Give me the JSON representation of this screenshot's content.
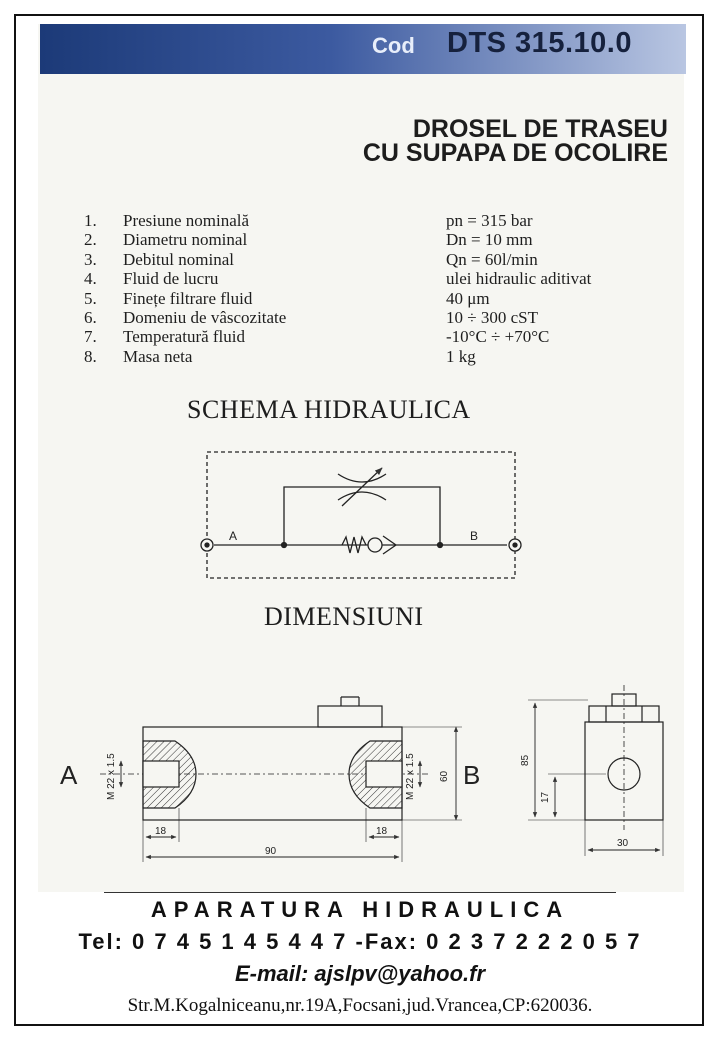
{
  "header": {
    "code_label": "Cod",
    "code_value": "DTS 315.10.0"
  },
  "title": {
    "line1": "DROSEL DE TRASEU",
    "line2": "CU SUPAPA DE OCOLIRE"
  },
  "specs": [
    {
      "num": "1.",
      "name": "Presiune nominală",
      "value": "pn = 315 bar"
    },
    {
      "num": "2.",
      "name": "Diametru nominal",
      "value": "Dn = 10 mm"
    },
    {
      "num": "3.",
      "name": "Debitul nominal",
      "value": "Qn = 60l/min"
    },
    {
      "num": "4.",
      "name": "Fluid de lucru",
      "value": "ulei hidraulic aditivat"
    },
    {
      "num": "5.",
      "name": "Finețe filtrare fluid",
      "value": "40 μm"
    },
    {
      "num": "6.",
      "name": "Domeniu de vâscozitate",
      "value": "10 ÷ 300 cST"
    },
    {
      "num": "7.",
      "name": "Temperatură fluid",
      "value": "-10°C ÷ +70°C"
    },
    {
      "num": "8.",
      "name": "Masa neta",
      "value": "1 kg"
    }
  ],
  "schema": {
    "title": "SCHEMA HIDRAULICA",
    "port_a": "A",
    "port_b": "B"
  },
  "dimensions": {
    "title": "DIMENSIUNI",
    "port_a": "A",
    "port_b": "B",
    "thread_left": "M 22 x 1.5",
    "thread_right": "M 22 x 1.5",
    "height_front": "60",
    "len_left": "18",
    "len_right": "18",
    "len_total": "90",
    "height_side": "85",
    "hole_height": "17",
    "width_side": "30"
  },
  "footer": {
    "company": "APARATURA HIDRAULICA",
    "phone": "Tel: 0 7 4 5 1 4 5 4 4 7 -Fax: 0 2 3 7 2 2 2 0 5 7",
    "email": "E-mail:  ajslpv@yahoo.fr",
    "address": "Str.M.Kogalniceanu,nr.19A,Focsani,jud.Vrancea,CP:620036."
  }
}
